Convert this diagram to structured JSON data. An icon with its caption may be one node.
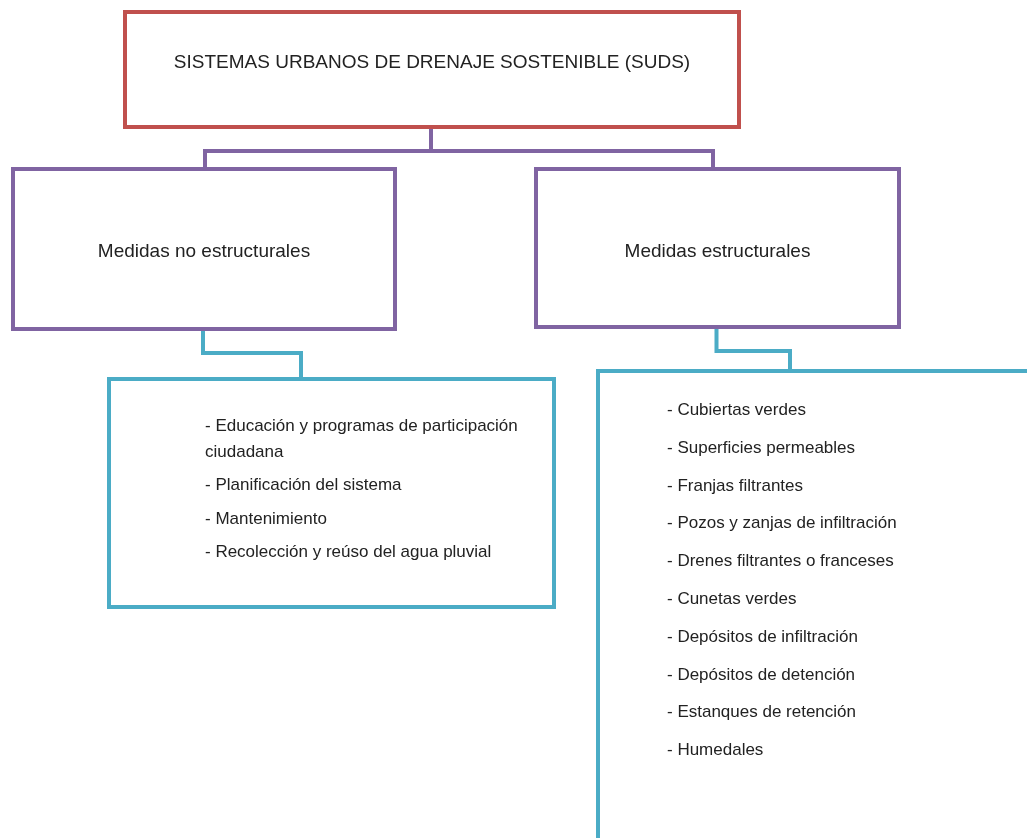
{
  "diagram": {
    "nodes": [
      {
        "text": [
          "SISTEMAS URBANOS DE DRENAJE SOSTENIBLE (SUDS)"
        ]
      },
      {
        "text": [
          "Medidas no estructurales"
        ]
      },
      {
        "text": [
          "Medidas estructurales"
        ]
      },
      {
        "text": [
          "- Educación y programas de participación ciudadana",
          "- Planificación del sistema",
          "- Mantenimiento",
          "- Recolección y reúso del agua pluvial"
        ]
      },
      {
        "text": [
          "- Cubiertas verdes",
          "- Superficies permeables",
          "- Franjas filtrantes",
          "- Pozos y zanjas de infiltración",
          "- Drenes filtrantes o franceses",
          "- Cunetas verdes",
          "- Depósitos de infiltración",
          "- Depósitos de detención",
          "- Estanques de retención",
          "- Humedales"
        ]
      }
    ],
    "edges": [
      {
        "from": 0,
        "to": 1,
        "arrow": "none",
        "color": "#8064a2"
      },
      {
        "from": 0,
        "to": 2,
        "arrow": "none",
        "color": "#8064a2"
      },
      {
        "from": 1,
        "to": 3,
        "arrow": "none",
        "color": "#4bacc6"
      },
      {
        "from": 2,
        "to": 4,
        "arrow": "none",
        "color": "#4bacc6"
      }
    ]
  }
}
